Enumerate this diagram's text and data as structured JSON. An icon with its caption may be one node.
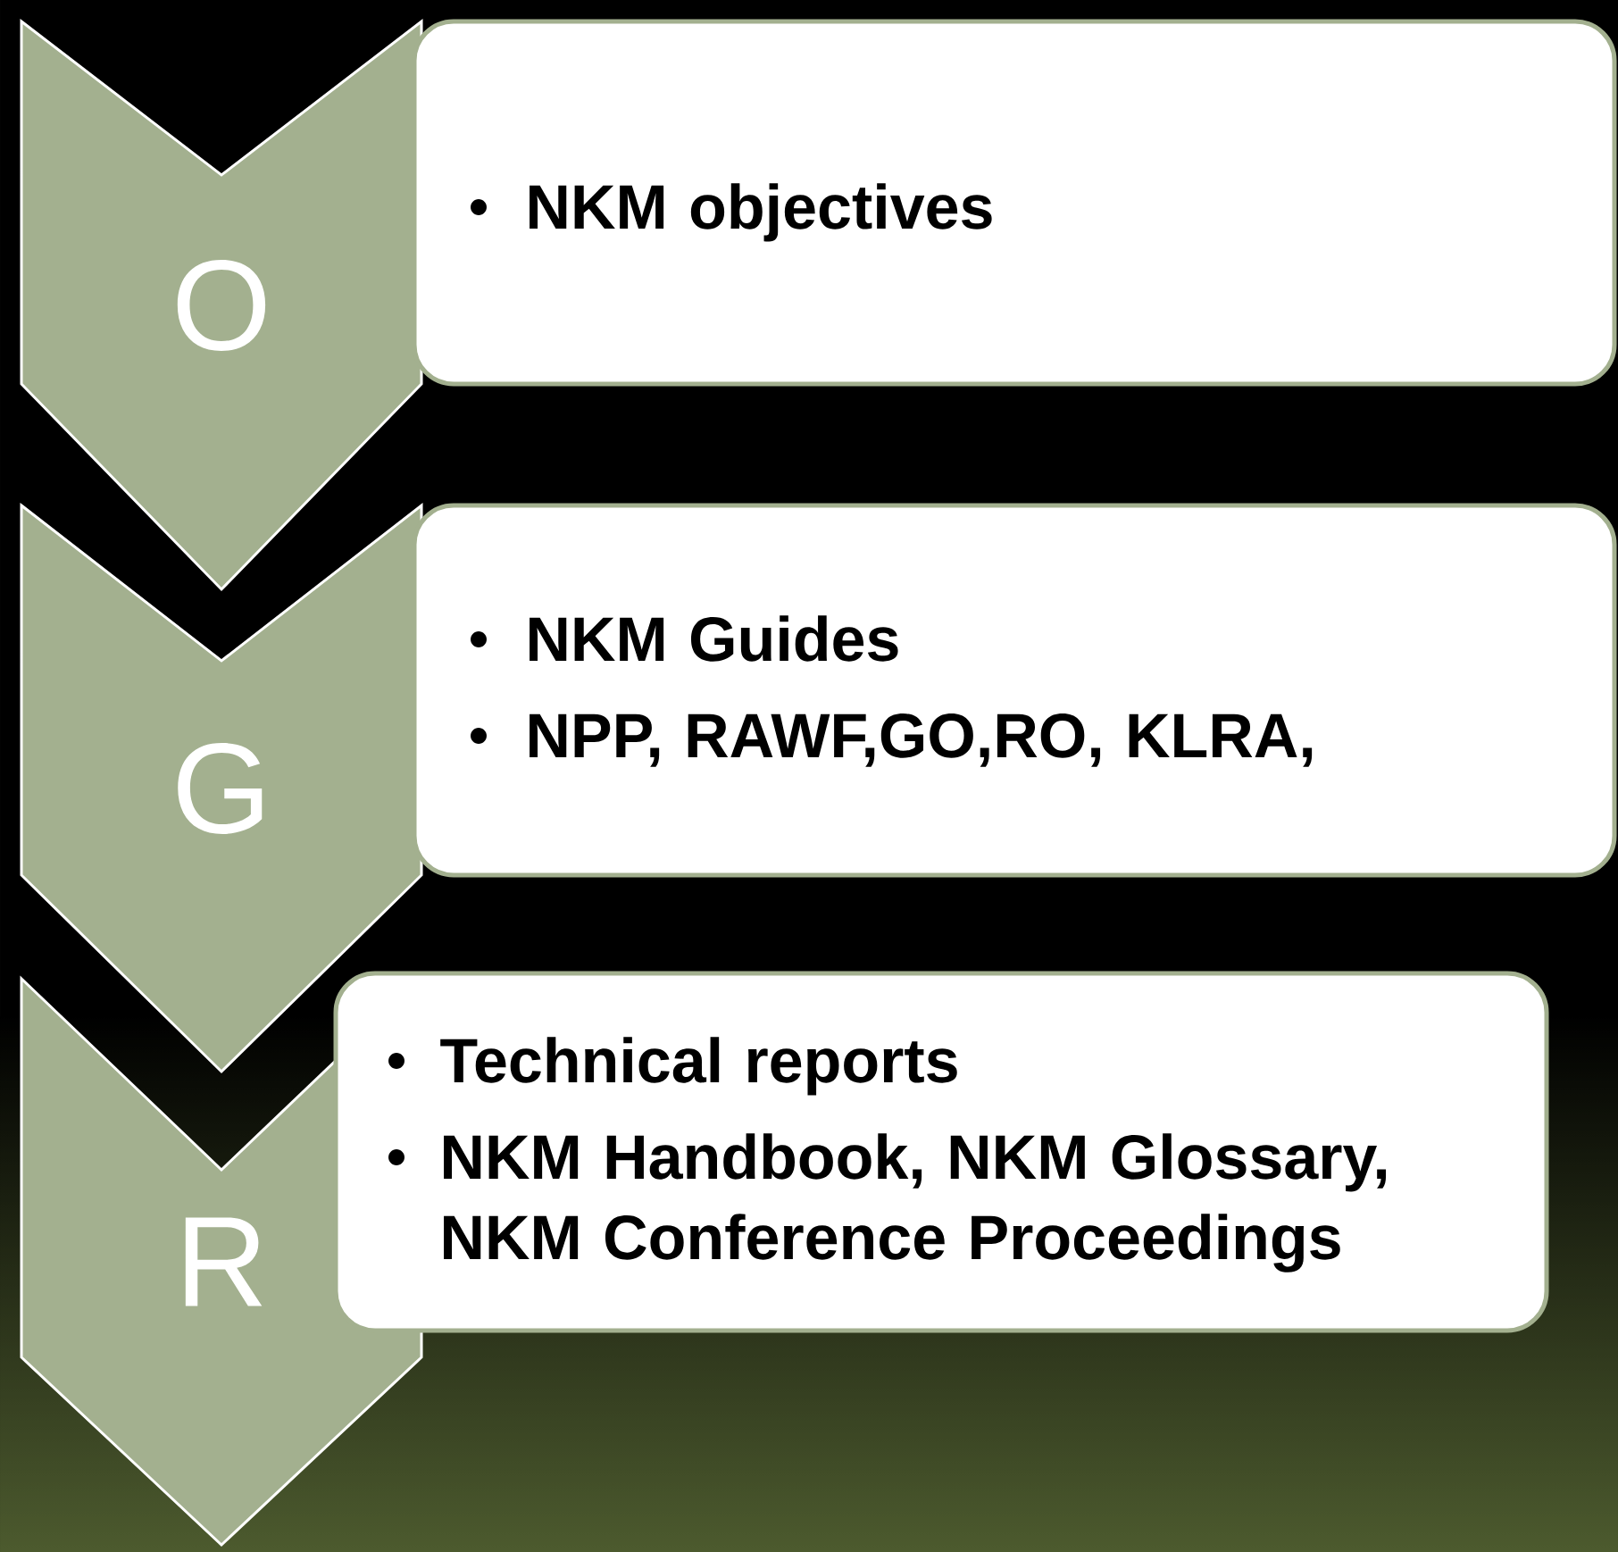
{
  "diagram": {
    "nodes": [
      {
        "text": [
          "O"
        ]
      },
      {
        "text": [
          "NKM objectives"
        ]
      },
      {
        "text": [
          "G"
        ]
      },
      {
        "text": [
          "NKM  Guides",
          "NPP, RAWF,GO,RO, KLRA,"
        ]
      },
      {
        "text": [
          "R"
        ]
      },
      {
        "text": [
          "Technical reports",
          "NKM Handbook, NKM Glossary, NKM Conference Proceedings"
        ]
      }
    ],
    "edges": []
  }
}
